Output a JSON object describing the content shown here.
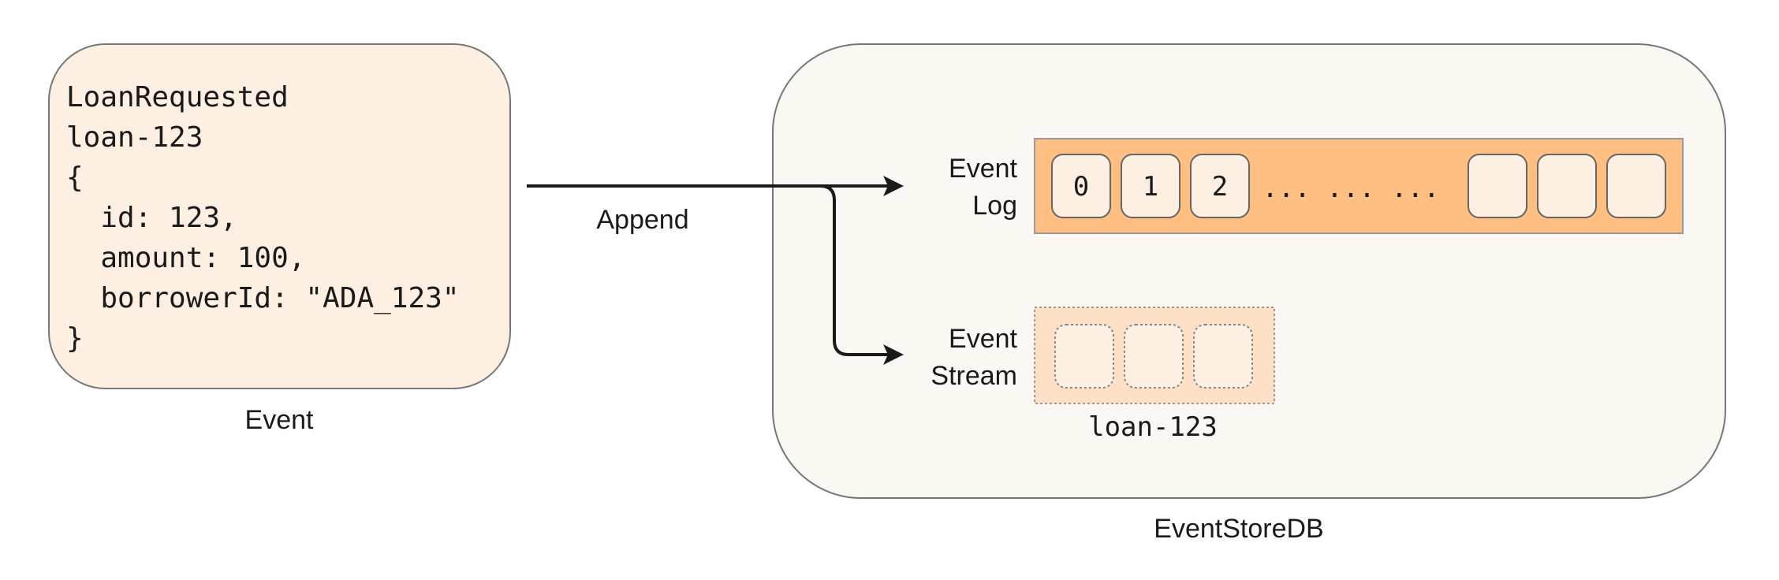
{
  "event": {
    "code_lines": [
      "LoanRequested",
      "loan-123",
      "{",
      "  id: 123,",
      "  amount: 100,",
      "  borrowerId: \"ADA_123\"",
      "}"
    ],
    "caption": "Event"
  },
  "arrow": {
    "label": "Append"
  },
  "store": {
    "caption": "EventStoreDB",
    "log": {
      "label_line1": "Event",
      "label_line2": "Log",
      "cells": [
        "0",
        "1",
        "2"
      ],
      "dots": "... ... ..."
    },
    "stream": {
      "label_line1": "Event",
      "label_line2": "Stream",
      "name": "loan-123"
    }
  },
  "colors": {
    "event_fill": "#fdefe2",
    "store_fill": "#fbf7f3",
    "log_fill": "#ffbf83",
    "stream_fill": "#fde0c6",
    "cell_fill": "#fdefe2"
  }
}
